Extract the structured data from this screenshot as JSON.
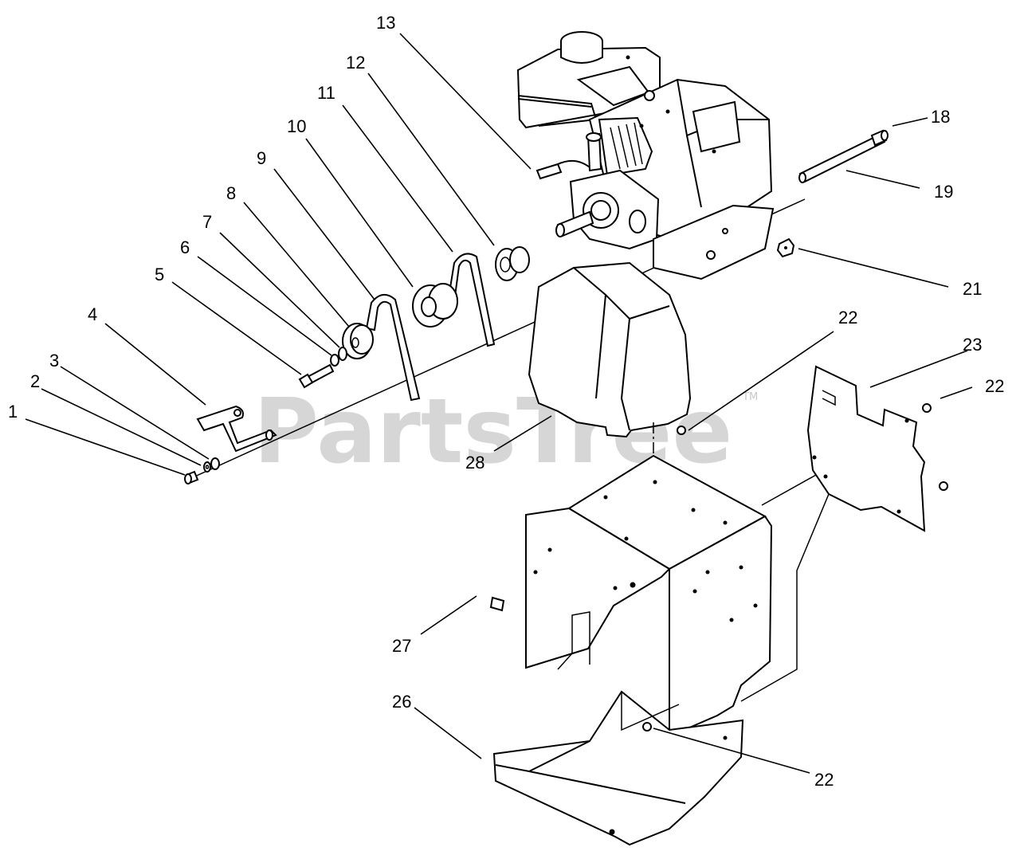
{
  "watermark": {
    "text": "PartsTree",
    "tm": "TM"
  },
  "callouts": {
    "c1": "1",
    "c2": "2",
    "c3": "3",
    "c4": "4",
    "c5": "5",
    "c6": "6",
    "c7": "7",
    "c8": "8",
    "c9": "9",
    "c10": "10",
    "c11": "11",
    "c12": "12",
    "c13": "13",
    "c18": "18",
    "c19": "19",
    "c21": "21",
    "c22a": "22",
    "c22b": "22",
    "c22c": "22",
    "c23": "23",
    "c26": "26",
    "c27": "27",
    "c28": "28"
  }
}
